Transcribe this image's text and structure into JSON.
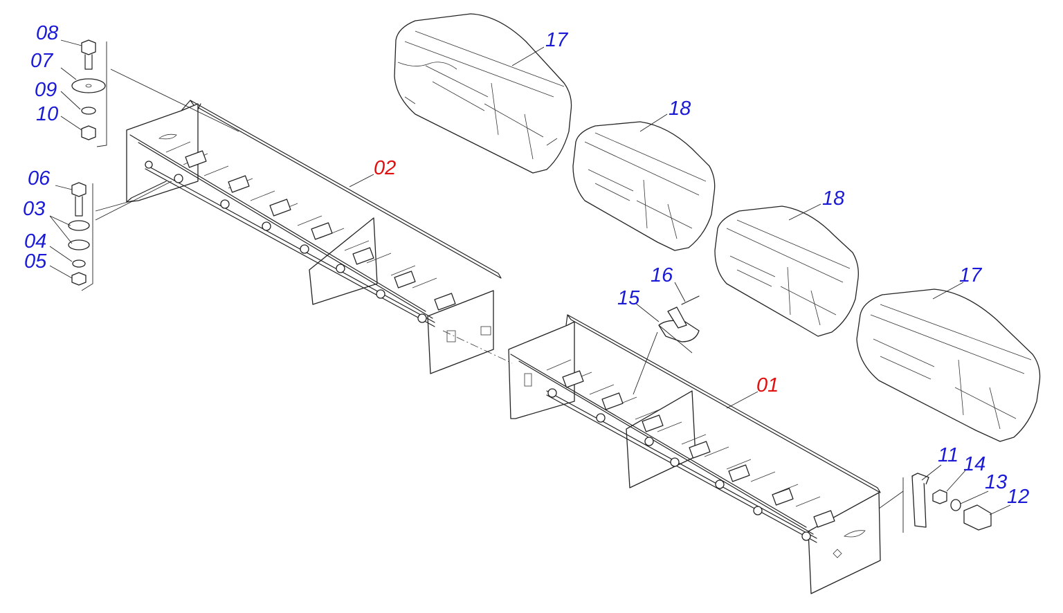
{
  "colors": {
    "part_label": "#1a1ad6",
    "assembly_label": "#e01010",
    "line": "#222222",
    "background": "#ffffff"
  },
  "labels": {
    "p01": "01",
    "p02": "02",
    "p03": "03",
    "p04": "04",
    "p05": "05",
    "p06": "06",
    "p07": "07",
    "p08": "08",
    "p09": "09",
    "p10": "10",
    "p11": "11",
    "p12": "12",
    "p13": "13",
    "p14": "14",
    "p15": "15",
    "p16": "16",
    "p17a": "17",
    "p17b": "17",
    "p18a": "18",
    "p18b": "18"
  }
}
